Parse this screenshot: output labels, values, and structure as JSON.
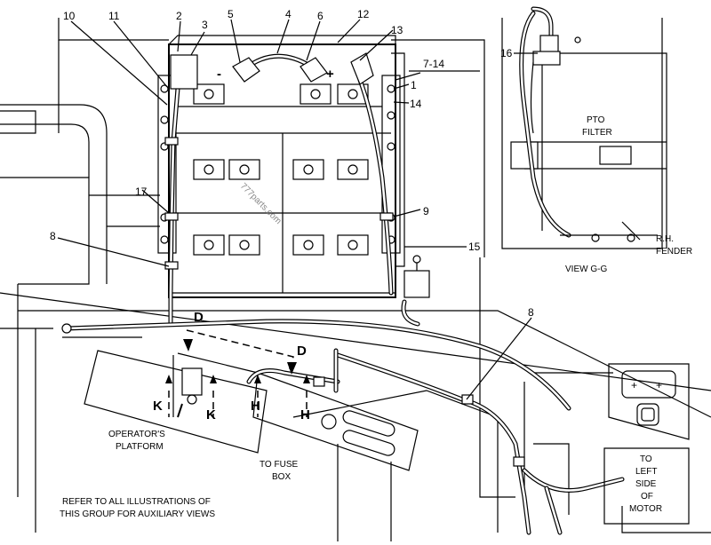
{
  "callouts": {
    "c1": "1",
    "c2": "2",
    "c3": "3",
    "c4": "4",
    "c5": "5",
    "c6": "6",
    "c7_14": "7-14",
    "c8a": "8",
    "c8b": "8",
    "c9": "9",
    "c10": "10",
    "c11": "11",
    "c12": "12",
    "c13": "13",
    "c14": "14",
    "c15": "15",
    "c16": "16",
    "c17": "17"
  },
  "letters": {
    "d1": "D",
    "d2": "D",
    "k1": "K",
    "k2": "K",
    "h1": "H",
    "h2": "H"
  },
  "signs": {
    "minus": "-",
    "plus": "+"
  },
  "texts": {
    "pto1": "PTO",
    "pto2": "FILTER",
    "rh1": "R.H.",
    "rh2": "FENDER",
    "view": "VIEW G-G",
    "op1": "OPERATOR'S",
    "op2": "PLATFORM",
    "fuse1": "TO FUSE",
    "fuse2": "BOX",
    "ref1": "REFER TO ALL ILLUSTRATIONS OF",
    "ref2": "THIS GROUP FOR AUXILIARY VIEWS",
    "motor1": "TO",
    "motor2": "LEFT",
    "motor3": "SIDE",
    "motor4": "OF",
    "motor5": "MOTOR",
    "watermark": "777parts.com"
  }
}
